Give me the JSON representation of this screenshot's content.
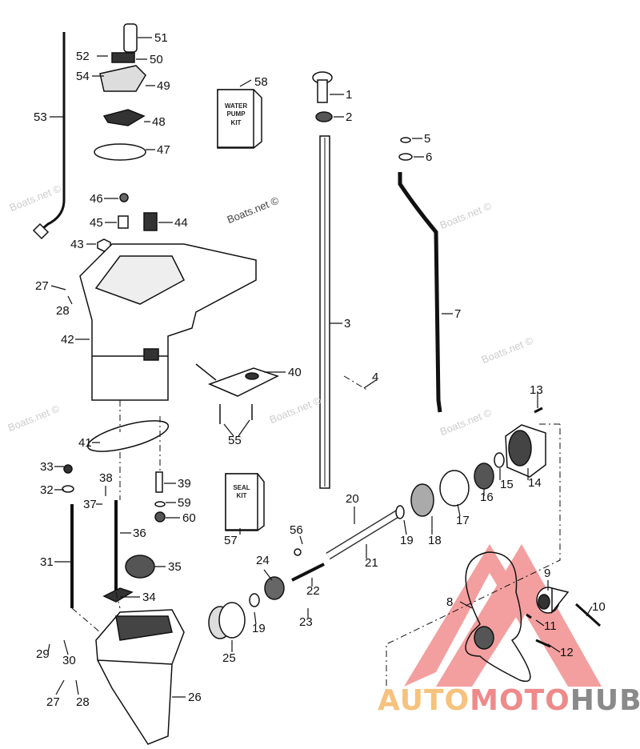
{
  "labels": [
    "51",
    "52",
    "50",
    "54",
    "49",
    "53",
    "58",
    "1",
    "2",
    "48",
    "5",
    "6",
    "47",
    "46",
    "45",
    "44",
    "43",
    "27",
    "28",
    "42",
    "3",
    "7",
    "40",
    "4",
    "13",
    "55",
    "41",
    "14",
    "33",
    "32",
    "38",
    "39",
    "15",
    "16",
    "37",
    "59",
    "60",
    "20",
    "17",
    "19",
    "18",
    "57",
    "56",
    "36",
    "21",
    "31",
    "35",
    "24",
    "22",
    "9",
    "10",
    "34",
    "8",
    "11",
    "23",
    "19",
    "12",
    "29",
    "30",
    "25",
    "26",
    "27",
    "28"
  ],
  "kits": {
    "water_pump": [
      "WATER",
      "PUMP",
      "KIT"
    ],
    "seal": [
      "SEAL",
      "KIT"
    ]
  },
  "watermark": {
    "site": "Boats.net ©",
    "brand_a": "AUTO",
    "brand_m": "MOTO",
    "brand_h": "HUB"
  }
}
